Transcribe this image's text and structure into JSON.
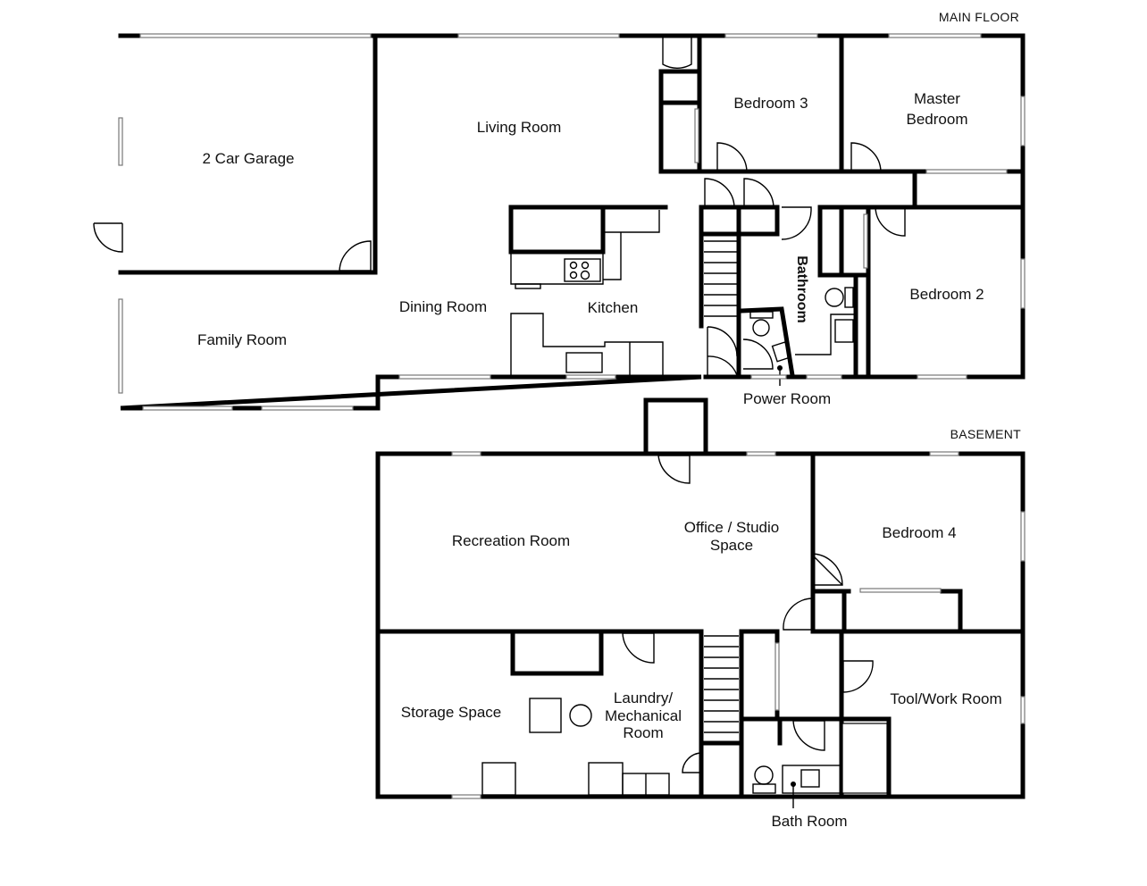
{
  "floors": [
    {
      "title": "MAIN FLOOR",
      "rooms": [
        {
          "name": "2 Car Garage"
        },
        {
          "name": "Living Room"
        },
        {
          "name": "Bedroom 3"
        },
        {
          "name": "Master",
          "name2": "Bedroom"
        },
        {
          "name": "Family Room"
        },
        {
          "name": "Dining Room"
        },
        {
          "name": "Kitchen"
        },
        {
          "name": "Bathroom"
        },
        {
          "name": "Bedroom 2"
        },
        {
          "name": "Power Room"
        }
      ]
    },
    {
      "title": "BASEMENT",
      "rooms": [
        {
          "name": "Recreation Room"
        },
        {
          "name": "Office / Studio",
          "name2": "Space"
        },
        {
          "name": "Bedroom 4"
        },
        {
          "name": "Storage Space"
        },
        {
          "name": "Laundry/",
          "name2": "Mechanical",
          "name3": "Room"
        },
        {
          "name": "Tool/Work Room"
        },
        {
          "name": "Bath Room"
        }
      ]
    }
  ]
}
